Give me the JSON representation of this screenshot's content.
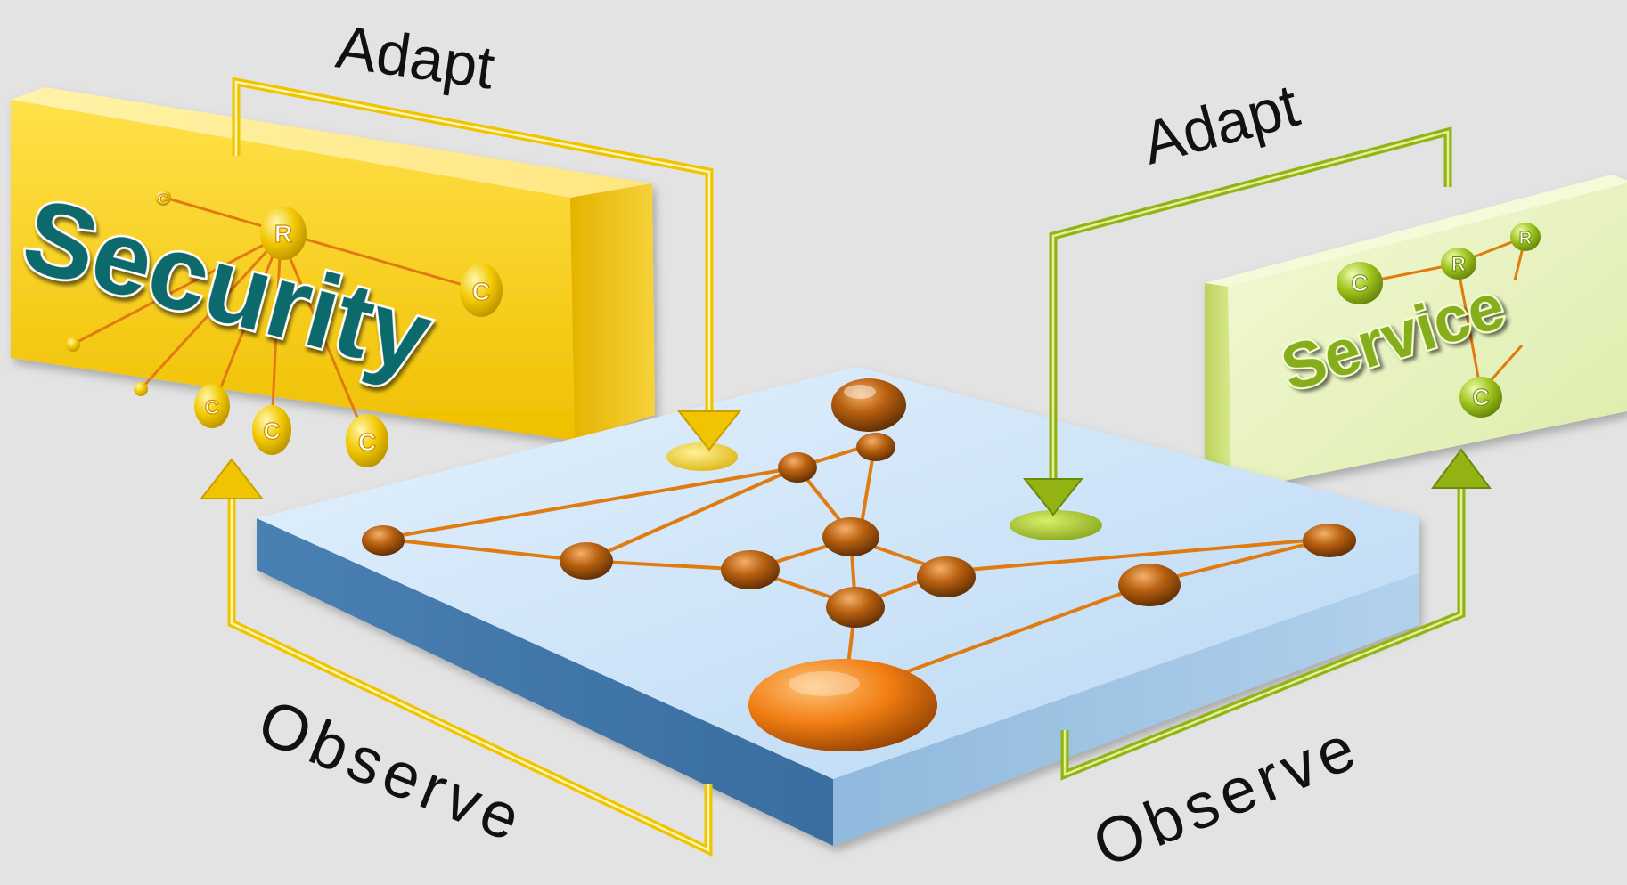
{
  "labels": {
    "adapt_left": "Adapt",
    "adapt_right": "Adapt",
    "observe_left": "Observe",
    "observe_right": "Observe"
  },
  "panels": {
    "security": {
      "title": "Security",
      "node_letters": [
        "C",
        "R",
        "C",
        "C",
        "C",
        "C"
      ]
    },
    "service": {
      "title": "Service",
      "node_letters": [
        "C",
        "R",
        "R",
        "C"
      ]
    }
  },
  "colors": {
    "background": "#e3e3e3",
    "security_panel": "#f2c800",
    "security_arrow": "#f0c400",
    "service_panel": "#e6f1b6",
    "service_arrow": "#93b315",
    "platform_top": "#c7e0f7",
    "platform_side": "#3e73a6",
    "node": "#b8600f",
    "edge": "#e07b12",
    "security_text": "#0f6a6c",
    "service_text": "#86ad1a"
  }
}
